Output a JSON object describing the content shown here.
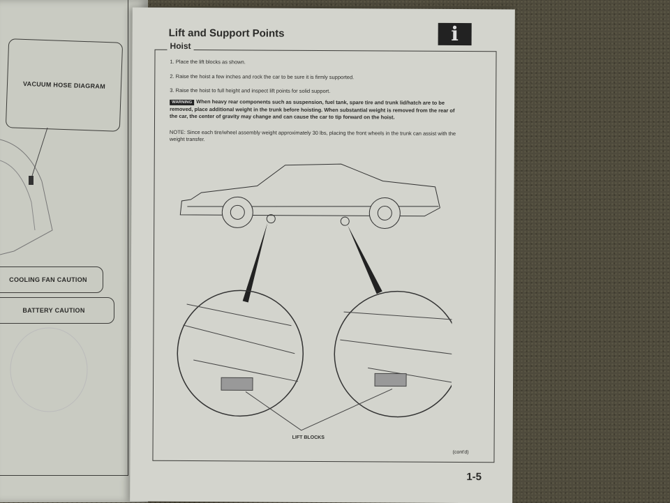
{
  "left_page": {
    "callouts": [
      "VACUUM HOSE DIAGRAM",
      "COOLING FAN CAUTION",
      "BATTERY CAUTION"
    ]
  },
  "right_page": {
    "title": "Lift and Support Points",
    "info_icon": "i",
    "section": "Hoist",
    "steps": [
      "1.  Place the lift blocks as shown.",
      "2.  Raise the hoist a few inches and rock the car to be sure it is firmly supported.",
      "3.  Raise the hoist to full height and inspect lift points for solid support."
    ],
    "warning_badge": "WARNING",
    "warning_text": "When heavy rear components such as suspension, fuel tank, spare tire and trunk lid/hatch are to be removed, place additional weight in the trunk before hoisting. When substantial weight is removed from the rear of the car, the center of gravity may change and can cause the car to tip forward on the hoist.",
    "note": "NOTE: Since each tire/wheel assembly weight approximately 30 lbs, placing the front wheels in the trunk can assist with the weight transfer.",
    "figure_label": "LIFT BLOCKS",
    "contd": "(cont'd)",
    "page_number": "1-5"
  }
}
